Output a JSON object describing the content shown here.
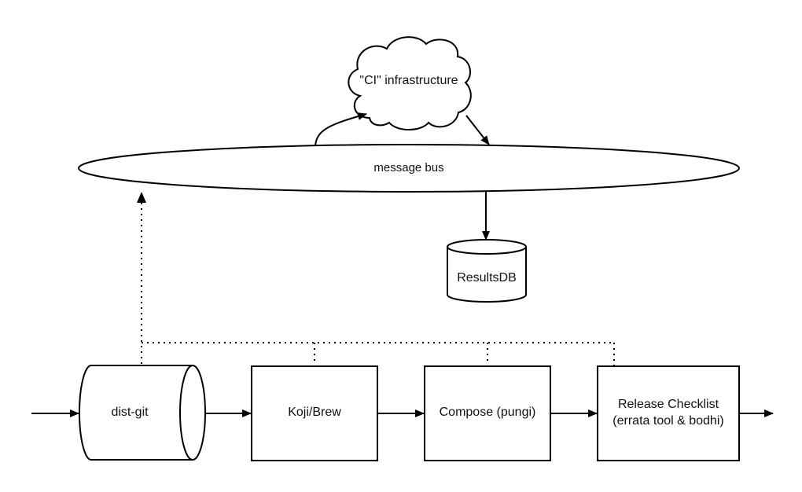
{
  "diagram": {
    "type": "flowchart",
    "nodes": {
      "ci": {
        "label": "\"CI\" infrastructure",
        "shape": "cloud"
      },
      "bus": {
        "label": "message bus",
        "shape": "ellipse"
      },
      "resultsdb": {
        "label": "ResultsDB",
        "shape": "cylinder"
      },
      "distgit": {
        "label": "dist-git",
        "shape": "horizontal-cylinder"
      },
      "koji": {
        "label": "Koji/Brew",
        "shape": "rectangle"
      },
      "compose": {
        "label": "Compose (pungi)",
        "shape": "rectangle"
      },
      "release": {
        "label_line1": "Release Checklist",
        "label_line2": "(errata tool & bodhi)",
        "shape": "rectangle"
      }
    },
    "edges": [
      {
        "from": "input",
        "to": "distgit",
        "style": "solid"
      },
      {
        "from": "distgit",
        "to": "koji",
        "style": "solid"
      },
      {
        "from": "koji",
        "to": "compose",
        "style": "solid"
      },
      {
        "from": "compose",
        "to": "release",
        "style": "solid"
      },
      {
        "from": "release",
        "to": "output",
        "style": "solid"
      },
      {
        "from": "bus",
        "to": "ci",
        "style": "solid"
      },
      {
        "from": "ci",
        "to": "bus",
        "style": "solid"
      },
      {
        "from": "bus",
        "to": "resultsdb",
        "style": "solid"
      },
      {
        "from": "distgit",
        "to": "bus",
        "style": "dotted"
      },
      {
        "from": "koji",
        "to": "bus",
        "style": "dotted"
      },
      {
        "from": "compose",
        "to": "bus",
        "style": "dotted"
      },
      {
        "from": "release",
        "to": "bus",
        "style": "dotted"
      }
    ],
    "colors": {
      "stroke": "#000000",
      "fill": "#ffffff",
      "text": "#111111"
    }
  }
}
